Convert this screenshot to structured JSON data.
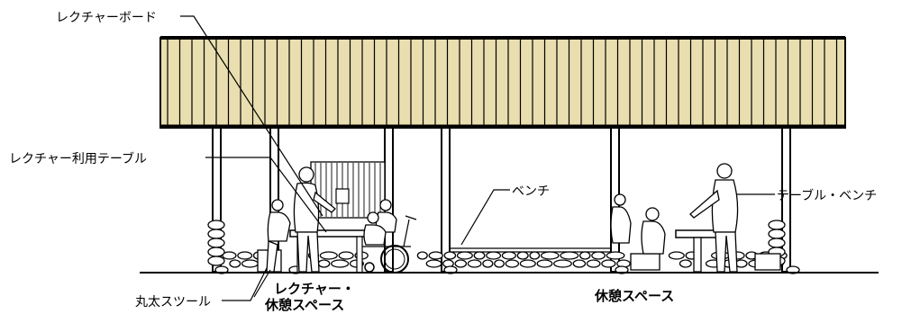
{
  "labels": {
    "lecture_board": "レクチャーボード",
    "lecture_table": "レクチャー利用テーブル",
    "bench": "ベンチ",
    "table_bench": "テーブル・ベンチ",
    "log_stool": "丸太スツール",
    "lecture_rest_line1": "レクチャー・",
    "lecture_rest_line2": "休憩スペース",
    "rest_space": "休憩スペース"
  },
  "colors": {
    "roof_fill": "#e9deaf",
    "line": "#000000",
    "background": "#ffffff"
  }
}
